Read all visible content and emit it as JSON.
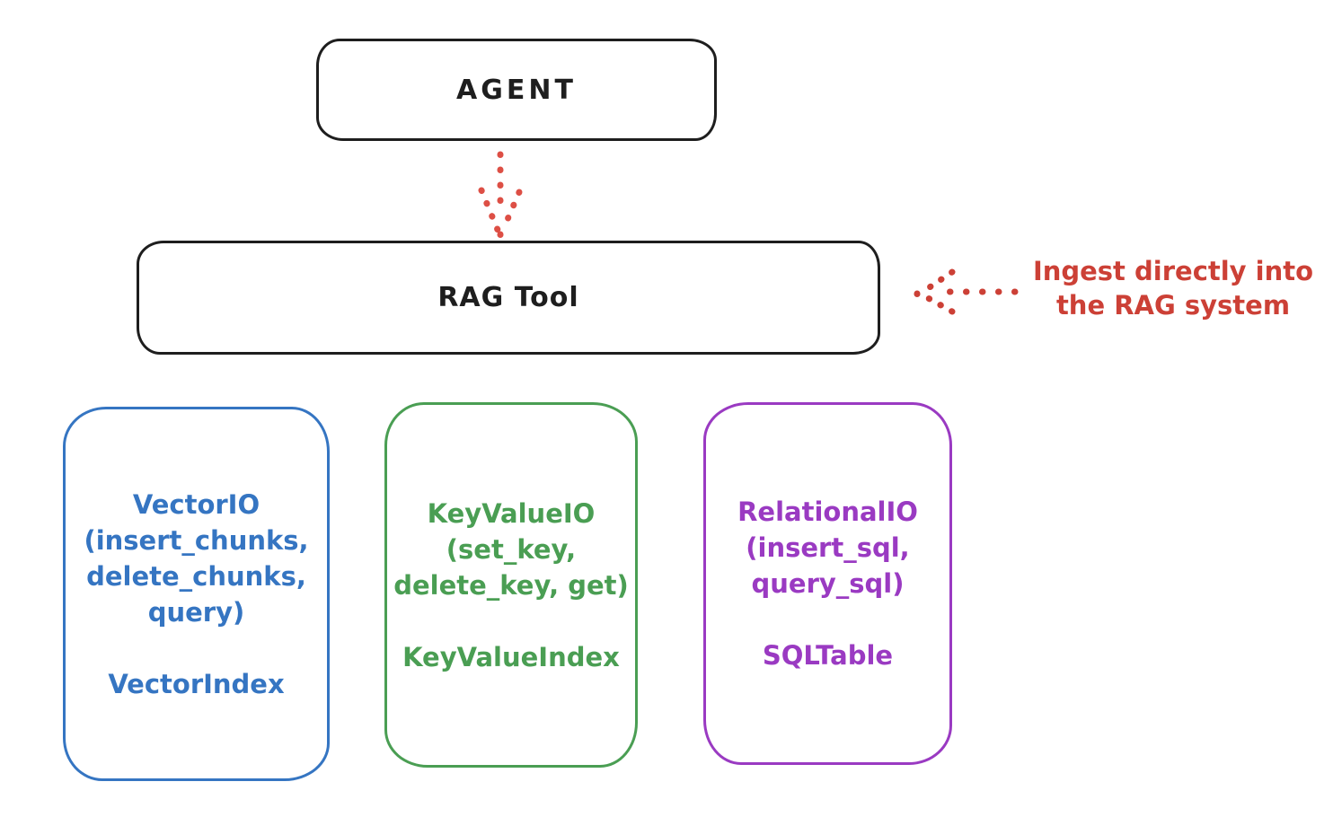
{
  "agent": {
    "label": "AGENT"
  },
  "rag_tool": {
    "label": "RAG Tool"
  },
  "annotation": {
    "line1": "Ingest directly into",
    "line2": "the RAG system"
  },
  "backends": {
    "vector": {
      "title": "VectorIO",
      "args_line1": "(insert_chunks,",
      "args_line2": "delete_chunks,",
      "args_line3": "query)",
      "index_label": "VectorIndex"
    },
    "keyvalue": {
      "title": "KeyValueIO",
      "args_line1": "(set_key,",
      "args_line2": "delete_key, get)",
      "index_label": "KeyValueIndex"
    },
    "relational": {
      "title": "RelationalIO",
      "args_line1": "(insert_sql,",
      "args_line2": "query_sql)",
      "index_label": "SQLTable"
    }
  },
  "colors": {
    "stroke_black": "#1e1e1e",
    "vector_blue": "#3575c2",
    "keyvalue_green": "#4a9e53",
    "relational_purple": "#9a3ac2",
    "annotation_red": "#cc4036",
    "arrow_red": "#dd4f45"
  }
}
